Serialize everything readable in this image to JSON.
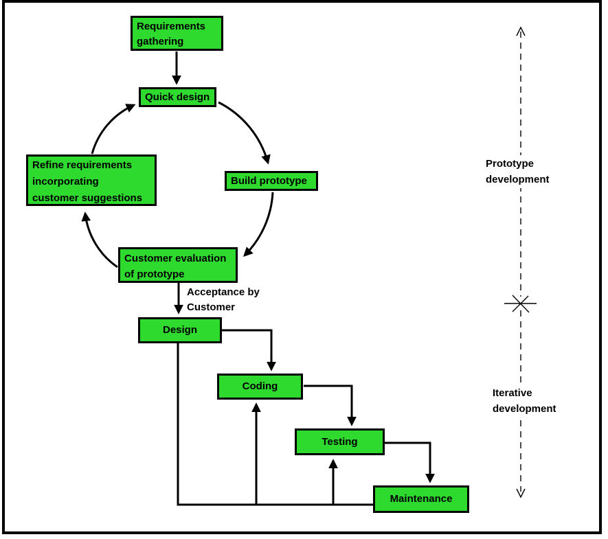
{
  "colors": {
    "box_fill": "#2EDA2E",
    "box_border": "#000000",
    "line": "#000000",
    "background": "#FFFFFF"
  },
  "boxes": {
    "requirements_gathering": {
      "lines": [
        "Requirements",
        "gathering"
      ]
    },
    "quick_design": {
      "lines": [
        "Quick design"
      ]
    },
    "build_prototype": {
      "lines": [
        "Build prototype"
      ]
    },
    "refine_requirements": {
      "lines": [
        "Refine requirements",
        "incorporating",
        "customer suggestions"
      ]
    },
    "customer_evaluation": {
      "lines": [
        "Customer evaluation",
        "of prototype"
      ]
    },
    "design": {
      "lines": [
        "Design"
      ]
    },
    "coding": {
      "lines": [
        "Coding"
      ]
    },
    "testing": {
      "lines": [
        "Testing"
      ]
    },
    "maintenance": {
      "lines": [
        "Maintenance"
      ]
    }
  },
  "annotations": {
    "acceptance": {
      "lines": [
        "Acceptance by",
        "Customer"
      ]
    },
    "prototype_phase": {
      "lines": [
        "Prototype",
        "development"
      ]
    },
    "iterative_phase": {
      "lines": [
        "Iterative",
        "development"
      ]
    }
  }
}
